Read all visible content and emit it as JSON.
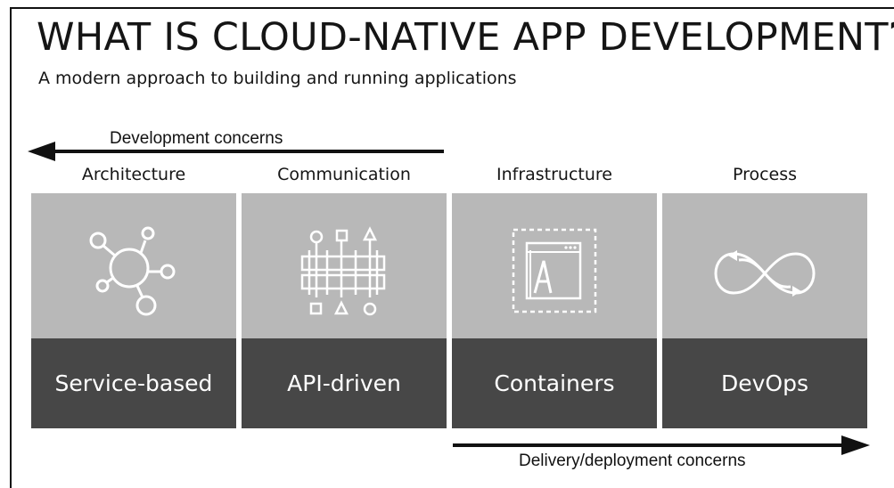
{
  "title": {
    "text": "WHAT IS CLOUD-NATIVE  APP DEVELOPMENT",
    "mark": "?"
  },
  "subtitle": "A modern approach to building and running applications",
  "arrows": {
    "development": "Development concerns",
    "delivery": "Delivery/deployment concerns"
  },
  "columns": [
    {
      "heading": "Architecture",
      "label": "Service-based",
      "icon": "network-hub-icon"
    },
    {
      "heading": "Communication",
      "label": "API-driven",
      "icon": "api-grid-icon"
    },
    {
      "heading": "Infrastructure",
      "label": "Containers",
      "icon": "container-app-icon"
    },
    {
      "heading": "Process",
      "label": "DevOps",
      "icon": "infinity-loop-icon"
    }
  ],
  "colors": {
    "tile_top": "#b8b8b8",
    "tile_bottom": "#474747",
    "icon": "#ffffff",
    "text": "#111111"
  }
}
